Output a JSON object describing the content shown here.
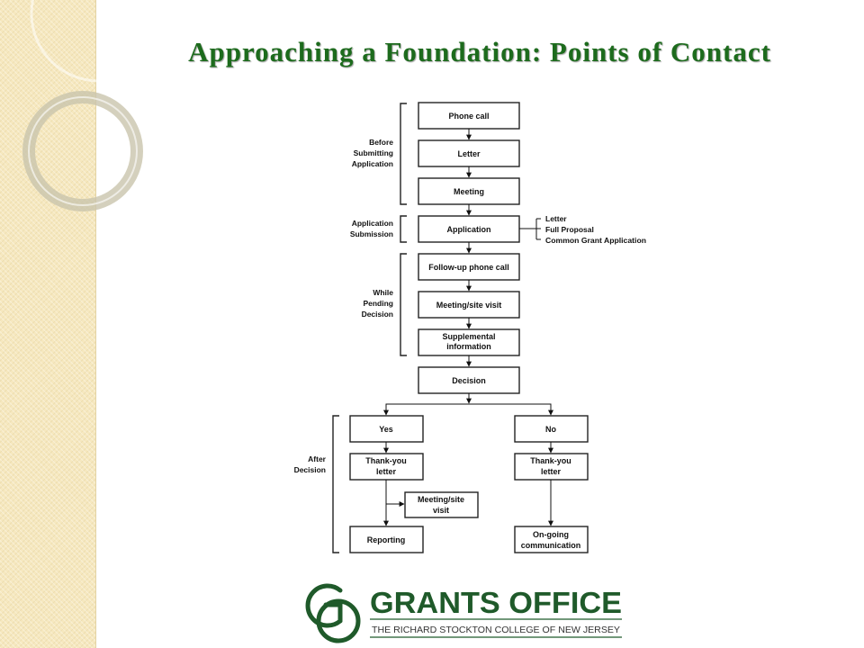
{
  "slide": {
    "title": "Approaching a Foundation: Points of Contact"
  },
  "flowchart": {
    "steps": {
      "phone_call": "Phone call",
      "letter": "Letter",
      "meeting": "Meeting",
      "application": "Application",
      "follow_up": "Follow-up phone call",
      "site_visit": "Meeting/site visit",
      "supplemental": [
        "Supplemental",
        "information"
      ],
      "decision": "Decision",
      "yes": "Yes",
      "no": "No",
      "thank_you_yes": [
        "Thank-you",
        "letter"
      ],
      "thank_you_no": [
        "Thank-you",
        "letter"
      ],
      "site_visit_after": [
        "Meeting/site",
        "visit"
      ],
      "reporting": "Reporting",
      "ongoing": [
        "On-going",
        "communication"
      ]
    },
    "phases": {
      "before": [
        "Before",
        "Submitting",
        "Application"
      ],
      "submission": [
        "Application",
        "Submission"
      ],
      "pending": [
        "While",
        "Pending",
        "Decision"
      ],
      "after": [
        "After",
        "Decision"
      ]
    },
    "application_options": [
      "Letter",
      "Full Proposal",
      "Common Grant Application"
    ]
  },
  "logo": {
    "name": "GRANTS OFFICE",
    "subtitle": "THE RICHARD STOCKTON COLLEGE OF NEW JERSEY",
    "monogram": "GO",
    "color": "#1f5a2a"
  },
  "colors": {
    "title": "#1d6b1d",
    "side_band": "#f6e8bf"
  }
}
